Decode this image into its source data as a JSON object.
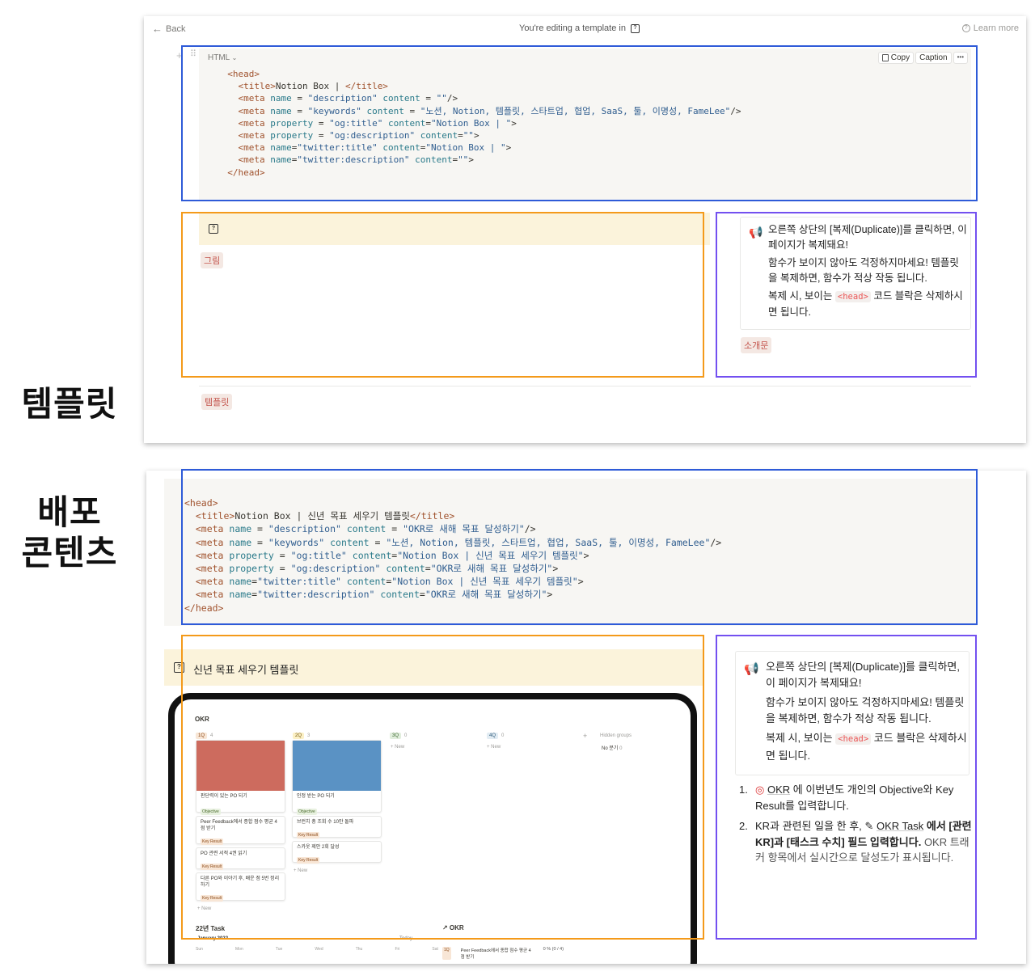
{
  "side_labels": {
    "template": "템플릿",
    "deploy_line1": "배포",
    "deploy_line2": "콘텐츠"
  },
  "topbar": {
    "back": "Back",
    "editing": "You're editing a template in",
    "learn_more": "Learn more"
  },
  "code_block_1": {
    "language": "HTML",
    "copy": "Copy",
    "caption": "Caption",
    "more": "•••",
    "lines": [
      {
        "indent": "  ",
        "tag": "<head>",
        "rest": ""
      },
      {
        "indent": "    ",
        "tag": "<title>",
        "rest": "Notion Box | </title>"
      },
      {
        "indent": "    ",
        "tag": "<meta",
        "rest": " name = \"description\" content = \"\"/>"
      },
      {
        "indent": "    ",
        "tag": "<meta",
        "rest": " name = \"keywords\" content = \"노션, Notion, 템플릿, 스타트업, 협업, SaaS, 툴, 이명성, FameLee\"/>"
      },
      {
        "indent": "    ",
        "tag": "<meta",
        "rest": " property = \"og:title\" content=\"Notion Box | \">"
      },
      {
        "indent": "    ",
        "tag": "<meta",
        "rest": " property = \"og:description\" content=\"\">"
      },
      {
        "indent": "    ",
        "tag": "<meta",
        "rest": " name=\"twitter:title\" content=\"Notion Box | \">"
      },
      {
        "indent": "    ",
        "tag": "<meta",
        "rest": " name=\"twitter:description\" content=\"\">"
      },
      {
        "indent": "  ",
        "tag": "</head>",
        "rest": ""
      }
    ]
  },
  "template_section": {
    "image_pill": "그림",
    "intro_pill": "소개문",
    "template_pill": "템플릿",
    "callout": {
      "p1": "오른쪽 상단의 [복제(Duplicate)]를 클릭하면, 이 페이지가 복제돼요!",
      "p2": "함수가 보이지 않아도 걱정하지마세요! 템플릿을 복제하면, 함수가 적상 작동 됩니다.",
      "p3_a": "복제 시, 보이는",
      "p3_code": "<head>",
      "p3_b": "코드 블락은 삭제하시면 됩니다."
    }
  },
  "code_block_2": {
    "lines": [
      {
        "indent": "",
        "tag": "<head>",
        "rest": ""
      },
      {
        "indent": "  ",
        "tag": "<title>",
        "rest": "Notion Box | 신년 목표 세우기 템플릿</title>"
      },
      {
        "indent": "  ",
        "tag": "<meta",
        "rest": " name = \"description\" content = \"OKR로 새해 목표 달성하기\"/>"
      },
      {
        "indent": "  ",
        "tag": "<meta",
        "rest": " name = \"keywords\" content = \"노션, Notion, 템플릿, 스타트업, 협업, SaaS, 툴, 이명성, FameLee\"/>"
      },
      {
        "indent": "  ",
        "tag": "<meta",
        "rest": " property = \"og:title\" content=\"Notion Box | 신년 목표 세우기 템플릿\">"
      },
      {
        "indent": "  ",
        "tag": "<meta",
        "rest": " property = \"og:description\" content=\"OKR로 새해 목표 달성하기\">"
      },
      {
        "indent": "  ",
        "tag": "<meta",
        "rest": " name=\"twitter:title\" content=\"Notion Box | 신년 목표 세우기 템플릿\">"
      },
      {
        "indent": "  ",
        "tag": "<meta",
        "rest": " name=\"twitter:description\" content=\"OKR로 새해 목표 달성하기\">"
      },
      {
        "indent": "",
        "tag": "</head>",
        "rest": ""
      }
    ]
  },
  "deploy_section": {
    "page_title": "신년 목표 세우기 템플릿",
    "callout": {
      "p1": "오른쪽 상단의 [복제(Duplicate)]를 클릭하면, 이 페이지가 복제돼요!",
      "p2": "함수가 보이지 않아도 걱정하지마세요! 템플릿을 복제하면, 함수가 적상 작동 됩니다.",
      "p3_a": "복제 시, 보이는",
      "p3_code": "<head>",
      "p3_b": "코드 블락은 삭제하시면 됩니다."
    },
    "steps": [
      {
        "num": "1.",
        "link": "OKR",
        "text": " 에 이번년도 개인의 Objective와 Key Result를 입력합니다."
      },
      {
        "num": "2.",
        "text_a": "KR과 관련된 일을 한 후,",
        "link": "OKR Task",
        "text_b": " 에서 [관련 KR]과 [태스크 수치] 필드 입력합니다.",
        "text_c": "OKR 트래커 항목에서 실시간으로 달성도가 표시됩니다."
      }
    ]
  },
  "tablet": {
    "okr_title": "OKR",
    "columns": [
      {
        "tag": "1Q",
        "count": "4"
      },
      {
        "tag": "2Q",
        "count": "3"
      },
      {
        "tag": "3Q",
        "count": "0"
      },
      {
        "tag": "4Q",
        "count": "0"
      }
    ],
    "hidden_groups": "Hidden groups",
    "no_view": "No 분기",
    "no_view_count": "0",
    "new": "+ New",
    "col1_cards": [
      {
        "title": "판단력이 있는 PO 되기",
        "tag": "Objective"
      },
      {
        "title": "Peer Feedback에서 종합 점수 평균 4점 받기",
        "tag": "Key Result"
      },
      {
        "title": "PO 관련 서적 4권 읽기",
        "tag": "Key Result"
      },
      {
        "title": "다른 PO와 이야기 후, 배운 점 5번 정리하기",
        "tag": "Key Result"
      }
    ],
    "col2_cards": [
      {
        "title": "인정 받는 PO 되기",
        "tag": "Objective"
      },
      {
        "title": "브런치 총 조회 수 10만 돌파",
        "tag": "Key Result"
      },
      {
        "title": "스카웃 제안 2회 달성",
        "tag": "Key Result"
      }
    ],
    "task_title": "22년 Task",
    "calendar_month": "January 2022",
    "today": "Today",
    "weekdays": [
      "Sun",
      "Mon",
      "Tue",
      "Wed",
      "Thu",
      "Fri",
      "Sat"
    ],
    "okr_link": "↗ OKR",
    "okr_row": {
      "q": "1Q",
      "title": "Peer Feedback에서 종합 점수 평균 4점 받기",
      "progress": "0 % (0 / 4)"
    }
  },
  "colors": {
    "blue_box": "#2e5bd8",
    "orange_box": "#f49a1a",
    "purple_box": "#7350f0",
    "callout_bg": "#fbf3db",
    "pill_text": "#c4554d"
  }
}
